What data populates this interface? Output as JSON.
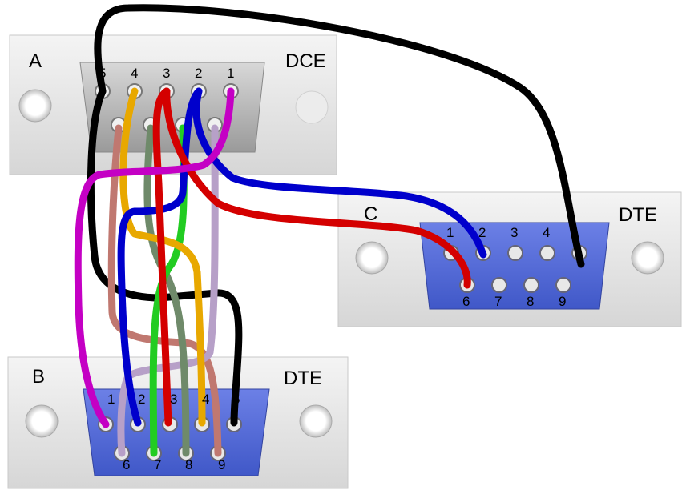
{
  "connectors": {
    "a": {
      "letter": "A",
      "role": "DCE",
      "pins_top": [
        "5",
        "4",
        "3",
        "2",
        "1"
      ],
      "shell_color": "#b9b9b9"
    },
    "b": {
      "letter": "B",
      "role": "DTE",
      "pins_top": [
        "1",
        "2",
        "3",
        "4",
        "5"
      ],
      "pins_bottom": [
        "6",
        "7",
        "8",
        "9"
      ],
      "shell_color": "#5a6fd8"
    },
    "c": {
      "letter": "C",
      "role": "DTE",
      "pins_top": [
        "1",
        "2",
        "3",
        "4"
      ],
      "pins_bottom": [
        "6",
        "7",
        "8",
        "9"
      ],
      "shell_color": "#5a6fd8"
    }
  },
  "wire_colors": {
    "black": "#000000",
    "yellow": "#e8a800",
    "red": "#d40000",
    "blue": "#0000cc",
    "magenta": "#c400c4",
    "green": "#22cc22",
    "gray_green": "#6f8a6a",
    "lavender": "#b7a0c8",
    "salmon": "#c07870"
  }
}
